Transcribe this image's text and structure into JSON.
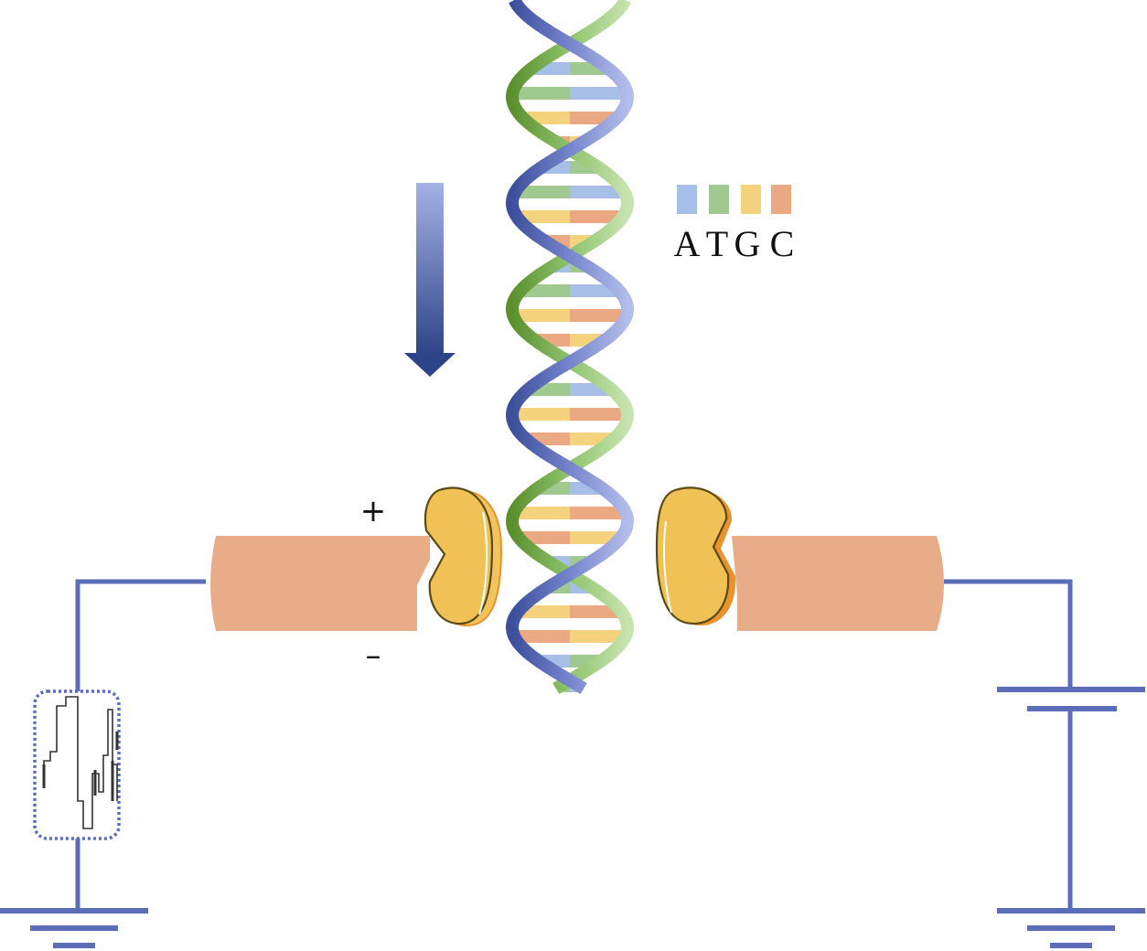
{
  "legend": {
    "items": [
      {
        "letter": "A",
        "color": "#a7bfe6"
      },
      {
        "letter": "T",
        "color": "#9fc98e"
      },
      {
        "letter": "G",
        "color": "#f5d27e"
      },
      {
        "letter": "C",
        "color": "#eaa883"
      }
    ]
  },
  "electrodes": {
    "positive_sign": "+",
    "negative_sign": "–"
  },
  "colors": {
    "wire": "#5b6db8",
    "electrode": "#e8ad88",
    "protein": "#f0c155",
    "protein_shadow": "#e8932e",
    "strand_blue": "#6f7dc4",
    "strand_green": "#8cc06a",
    "arrow_top": "#9aa8dd",
    "arrow_bottom": "#2e4488"
  },
  "icons": {
    "motion_arrow": "down-arrow-icon",
    "signal_trace": "current-trace-icon",
    "ground": "ground-icon",
    "battery": "battery-icon"
  }
}
